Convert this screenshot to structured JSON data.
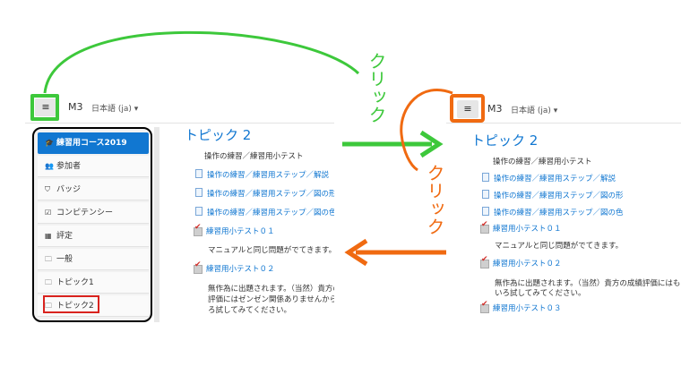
{
  "annotations": {
    "click_label_green": "クリック",
    "click_label_orange": "クリック",
    "green_color": "#3dc83b",
    "orange_color": "#f06a11",
    "red_color": "#d9231e"
  },
  "left_view": {
    "navbar": {
      "menu_icon": "≡",
      "brand": "M3",
      "language": "日本語 (ja) ▾"
    },
    "drawer": {
      "items": [
        {
          "icon": "graduation-cap-icon",
          "glyph": "🎓",
          "label": "練習用コース2019"
        },
        {
          "icon": "users-icon",
          "glyph": "👥",
          "label": "参加者"
        },
        {
          "icon": "shield-icon",
          "glyph": "⛉",
          "label": "バッジ"
        },
        {
          "icon": "checkbox-icon",
          "glyph": "☑",
          "label": "コンピテンシー"
        },
        {
          "icon": "table-icon",
          "glyph": "▦",
          "label": "評定"
        },
        {
          "icon": "folder-icon",
          "glyph": "🗀",
          "label": "一般"
        },
        {
          "icon": "folder-icon",
          "glyph": "🗀",
          "label": "トピック1"
        },
        {
          "icon": "folder-icon",
          "glyph": "🗀",
          "label": "トピック2"
        }
      ]
    },
    "content": {
      "title": "トピック 2",
      "lines": [
        "操作の練習／練習用小テスト",
        "操作の練習／練習用ステップ／解説",
        "操作の練習／練習用ステップ／図の形",
        "操作の練習／練習用ステップ／図の色",
        "練習用小テスト０１",
        "マニュアルと同じ問題がでてきます。",
        "練習用小テスト０２",
        "無作為に出題されます。（当然）貴方の",
        "評価にはゼンゼン関係ありませんから",
        "ろ試してみてください。"
      ]
    }
  },
  "right_view": {
    "navbar": {
      "menu_icon": "≡",
      "brand": "M3",
      "language": "日本語 (ja) ▾"
    },
    "content": {
      "title": "トピック 2",
      "lines": [
        "操作の練習／練習用小テスト",
        "操作の練習／練習用ステップ／解説",
        "操作の練習／練習用ステップ／図の形",
        "操作の練習／練習用ステップ／図の色",
        "練習用小テスト０１",
        "マニュアルと同じ問題がでてきます。",
        "練習用小テスト０２",
        "無作為に出題されます。（当然）貴方の成績評価にはも",
        "いろ試してみてください。",
        "練習用小テスト０３"
      ]
    }
  }
}
